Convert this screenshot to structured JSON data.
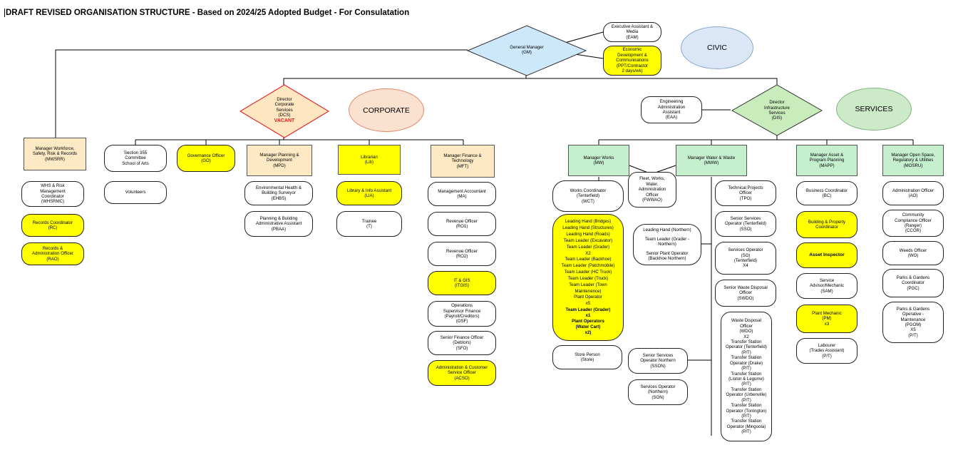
{
  "title": "DRAFT REVISED ORGANISATION STRUCTURE - Based on 2024/25 Adopted Budget - For Consulatation",
  "sections": {
    "civic": "CIVIC",
    "corporate": "CORPORATE",
    "services": "SERVICES"
  },
  "gm": {
    "l1": "General Manager",
    "l2": "(GM)"
  },
  "eam": {
    "l1": "Executive Assistant &",
    "l2": "Media",
    "l3": "(EAM)"
  },
  "edc": {
    "l1": "Economic",
    "l2": "Development &",
    "l3": "Communications",
    "l4": "(PPT/Contractor",
    "l5": "2 days/wk)"
  },
  "dcs": {
    "l1": "Director",
    "l2": "Corporate",
    "l3": "Services",
    "l4": "(DCS)",
    "vacant": "VACANT"
  },
  "dis": {
    "l1": "Director",
    "l2": "Infrastructure",
    "l3": "Services",
    "l4": "(DIS)"
  },
  "eaa": {
    "l1": "Engineering",
    "l2": "Administration",
    "l3": "Assistant",
    "l4": "(EAA)"
  },
  "mwsrr": {
    "l1": "Manager Workforce,",
    "l2": "Safety, Risk & Records",
    "l3": "(MWSRR)"
  },
  "whsrmc": {
    "l1": "WHS & Risk",
    "l2": "Management",
    "l3": "Coordinator",
    "l4": "(WHSRMC)"
  },
  "rc": {
    "l1": "Records Coordinator",
    "l2": "(RC)"
  },
  "rao": {
    "l1": "Records &",
    "l2": "Administration Officer",
    "l3": "(RAO)"
  },
  "s355": {
    "l1": "Section 355",
    "l2": "Committee",
    "l3": "School of Arts"
  },
  "volunteers": "Volunteers",
  "go": {
    "l1": "Governance Officer",
    "l2": "(GO)"
  },
  "mpd": {
    "l1": "Manager Planning &",
    "l2": "Development",
    "l3": "(MPD)"
  },
  "ehbs": {
    "l1": "Environmental Health &",
    "l2": "Building Surveyor",
    "l3": "(EHBS)"
  },
  "pbaa": {
    "l1": "Planning & Building",
    "l2": "Administrative Assistant",
    "l3": "(PBAA)"
  },
  "lib": {
    "l1": "Librarian",
    "l2": "(Lib)"
  },
  "lia": {
    "l1": "Library & Info Assistant",
    "l2": "(LIA)"
  },
  "trainee": {
    "l1": "Trainee",
    "l2": "(T)"
  },
  "mft": {
    "l1": "Manager Finance &",
    "l2": "Technology",
    "l3": "(MFT)"
  },
  "ma": {
    "l1": "Management Accountant",
    "l2": "(MA)"
  },
  "ro1": {
    "l1": "Revenue Officer",
    "l2": "(RO1)"
  },
  "ro2": {
    "l1": "Revenue Officer",
    "l2": "(RO2)"
  },
  "itgis": {
    "l1": "IT & GIS",
    "l2": "(ITGIS)"
  },
  "osf": {
    "l1": "Operations",
    "l2": "Supervisor Finance",
    "l3": "(Payroll/Creditors)",
    "l4": "(OSF)"
  },
  "sfo": {
    "l1": "Senior Finance Officer",
    "l2": "(Debtors)",
    "l3": "(SFO)"
  },
  "acso": {
    "l1": "Administration & Customer",
    "l2": "Service Officer",
    "l3": "(ACSO)"
  },
  "mw": {
    "l1": "Manager Works",
    "l2": "(MW)"
  },
  "mww": {
    "l1": "Manager Water & Waste",
    "l2": "(MWW)"
  },
  "mapp": {
    "l1": "Manager Asset &",
    "l2": "Program Planning",
    "l3": "(MAPP)"
  },
  "mosru": {
    "l1": "Manager Open Space,",
    "l2": "Regulatory & Utilities",
    "l3": "(MOSRU)"
  },
  "wct": {
    "l1": "Works Coordinator",
    "l2": "(Tenterfield)",
    "l3": "(WCT)"
  },
  "fwwao": {
    "l1": "Fleet, Works,",
    "l2": "Water,",
    "l3": "Administration",
    "l4": "Officer",
    "l5": "(FWWAO)"
  },
  "works_crew": [
    "Leading Hand (Bridges)",
    "Leading Hand (Structures)",
    "Leading Hand (Roads)",
    "Team Leader (Excavator)",
    "Team Leader (Grader)",
    "X2",
    "Team Leader (Backhoe)",
    "Team Leader (Patchmobile)",
    "Team Leader (HC Truck)",
    "Team Leader (Truck)",
    "Team Leader (Town",
    "Maintenence)",
    "Plant Operator",
    "x5"
  ],
  "works_crew_bold": [
    "Team Leader (Grader)",
    "x1",
    "Plant Operators",
    "(Water Cart)",
    "x2)"
  ],
  "northern": {
    "l1": "Leading Hand (Northern)",
    "l2": "Team Leader (Grader -",
    "l3": "Northern)",
    "l4": "Senior Plant Operator",
    "l5": "(Backhoe Northern)"
  },
  "store": {
    "l1": "Store Person",
    "l2": "(Store)"
  },
  "sson": {
    "l1": "Senior Services",
    "l2": "Operator Northern",
    "l3": "(SSON)"
  },
  "son": {
    "l1": "Services Operator",
    "l2": "(Northern)",
    "l3": "(SON)"
  },
  "tpo": {
    "l1": "Technical Projects",
    "l2": "Officer",
    "l3": "(TPO)"
  },
  "sso": {
    "l1": "Senior Services",
    "l2": "Operator (Tenterfield)",
    "l3": "(SSO)"
  },
  "so": {
    "l1": "Services Operator",
    "l2": "(SO)",
    "l3": "(Tenterfield)",
    "l4": "X4"
  },
  "swdo": {
    "l1": "Senior Waste Disposal",
    "l2": "Officer",
    "l3": "(SWDO)"
  },
  "waste": [
    "Waste Disposal",
    "Officer",
    "(WDO)",
    "X2",
    "Transfer Station",
    "Operator (Tenterfield)",
    "(P/T)",
    "Transfer Station",
    "Operator (Drake)",
    "(P/T)",
    "Transfer Station",
    "(Liston & Legume)",
    "(P/T)",
    "Transfer Station",
    "Operator (Urbenville)",
    "(P/T)",
    "Transfer Station",
    "Operator (Torrington)",
    "(P/T)",
    "Transfer Station",
    "Operator (Mingoola)",
    "(P/T)"
  ],
  "bc": {
    "l1": "Business Coordinator",
    "l2": "(BC)"
  },
  "bpc": {
    "l1": "Building & Property",
    "l2": "Coordinator"
  },
  "ai": "Asset Inspector",
  "sam": {
    "l1": "Service",
    "l2": "Advisor/Mechanic",
    "l3": "(SAM)"
  },
  "pm": {
    "l1": "Plant Mechanic",
    "l2": "(PM)",
    "l3": "x3"
  },
  "lab": {
    "l1": "Labourer",
    "l2": "(Trades Assistant)",
    "l3": "(P/T)"
  },
  "ao": {
    "l1": "Administration Officer",
    "l2": "(AO)"
  },
  "ccor": {
    "l1": "Community",
    "l2": "Compliance Officer",
    "l3": "(Ranger)",
    "l4": "(CCOR)"
  },
  "wo": {
    "l1": "Weeds Officer",
    "l2": "(WO)"
  },
  "pgc": {
    "l1": "Parks & Gardens",
    "l2": "Coordinator",
    "l3": "(PGC)"
  },
  "pgom": {
    "l1": "Parks & Gardens",
    "l2": "Operative -",
    "l3": "Maintenance",
    "l4": "(PGOM)",
    "l5": "X5",
    "l6": "(P/T)"
  }
}
